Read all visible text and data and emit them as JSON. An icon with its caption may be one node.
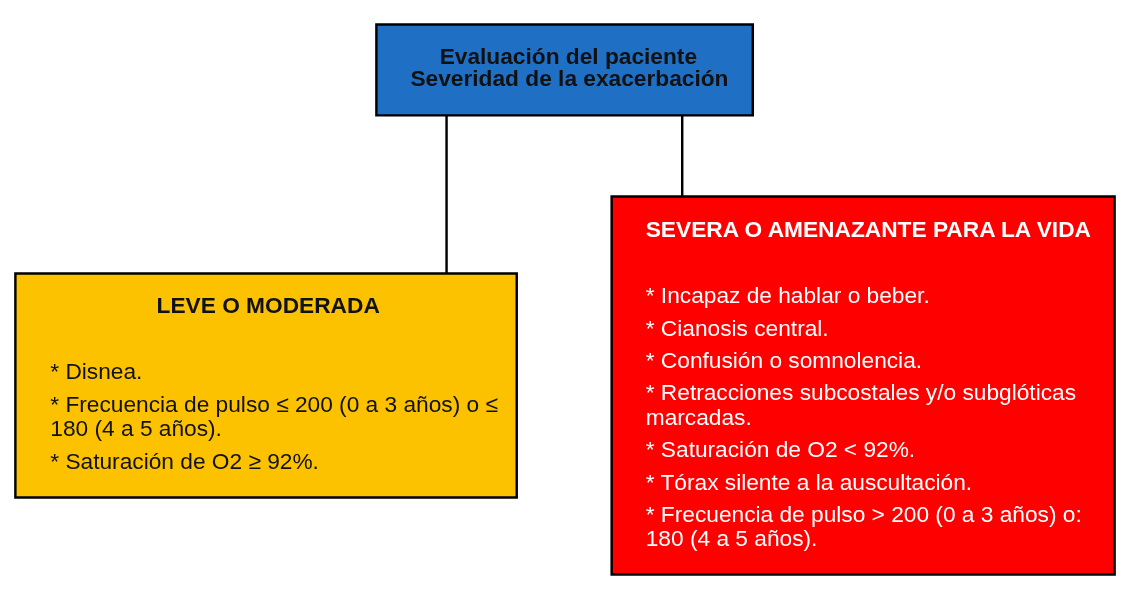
{
  "diagram": {
    "nodes": [
      {
        "text": [
          "Evaluación del paciente Severidad de la exacerbación"
        ]
      },
      {
        "text": [
          "LEVE O MODERADA",
          "* Disnea.",
          "* Frecuencia de pulso ≤ 200 (0 a 3 años) o ≤ 180 (4 a 5 años).",
          "* Saturación de O2 ≥ 92%."
        ]
      },
      {
        "text": [
          "SEVERA O AMENAZANTE PARA LA VIDA",
          "* Incapaz de hablar o beber.",
          "* Cianosis central.",
          "* Confusión o somnolencia.",
          "* Retracciones subcostales y/o subglóticas marcadas.",
          "* Saturación de O2 < 92%.",
          "* Tórax silente a la auscultación.",
          "* Frecuencia de pulso > 200 (0 a 3 años) o: 180 (4 a 5 años)."
        ]
      }
    ],
    "edges": [
      {
        "from": 0,
        "to": 1,
        "arrow": "none"
      },
      {
        "from": 0,
        "to": 2,
        "arrow": "none"
      }
    ]
  }
}
